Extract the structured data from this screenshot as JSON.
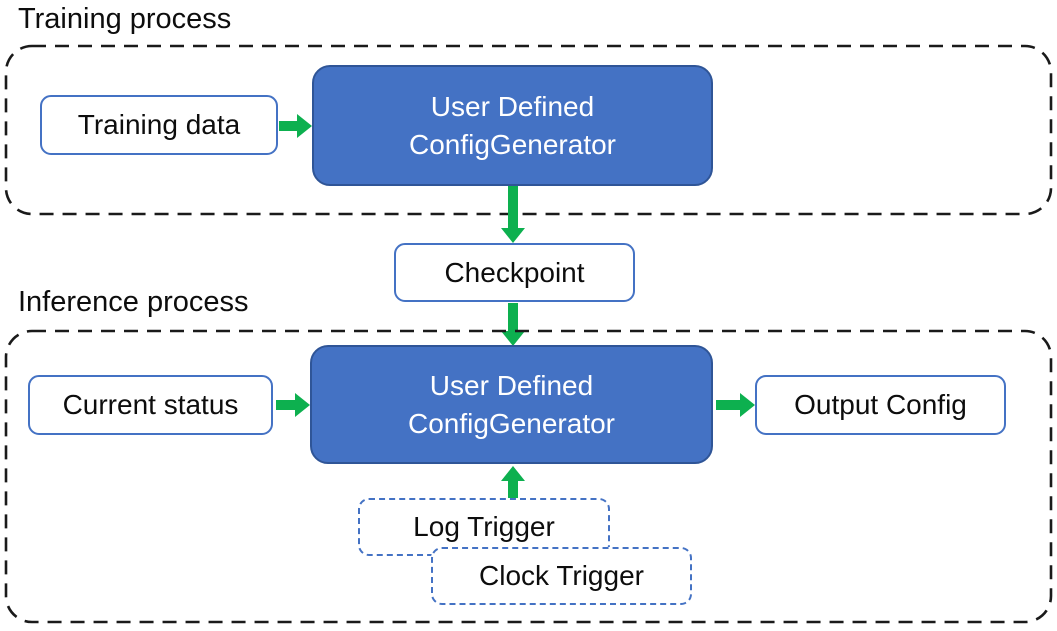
{
  "colors": {
    "generator-fill": "#4472C4",
    "generator-border": "#2F5597",
    "box-border-blue": "#4472C4",
    "arrow-green": "#0DB04F",
    "container-dash": "#1A1A1A",
    "text-dark": "#0D0D0D",
    "text-light": "#FFFFFF"
  },
  "training": {
    "title": "Training process",
    "input_label": "Training data",
    "generator": {
      "line1": "User Defined",
      "line2": "ConfigGenerator"
    }
  },
  "checkpoint": {
    "label": "Checkpoint"
  },
  "inference": {
    "title": "Inference process",
    "input_label": "Current status",
    "generator": {
      "line1": "User Defined",
      "line2": "ConfigGenerator"
    },
    "output_label": "Output Config",
    "triggers": {
      "log": "Log Trigger",
      "clock": "Clock Trigger"
    }
  }
}
